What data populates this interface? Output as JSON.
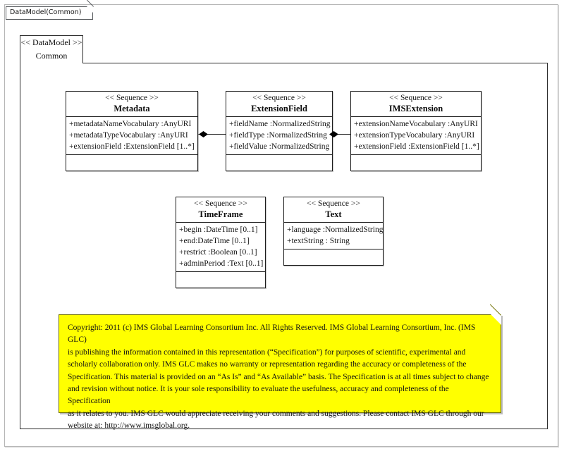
{
  "frame": {
    "tab_label": "DataModel(Common)"
  },
  "package": {
    "stereotype": "<< DataModel >>",
    "name": "Common"
  },
  "classes": [
    {
      "id": "metadata",
      "stereotype": "<< Sequence >>",
      "name": "Metadata",
      "attributes": [
        "+metadataNameVocabulary  :AnyURI",
        "+metadataTypeVocabulary  :AnyURI",
        "+extensionField  :ExtensionField  [1..*]"
      ],
      "operations": []
    },
    {
      "id": "extensionfield",
      "stereotype": "<< Sequence >>",
      "name": "ExtensionField",
      "attributes": [
        "+fieldName  :NormalizedString",
        "+fieldType  :NormalizedString",
        "+fieldValue  :NormalizedString"
      ],
      "operations": []
    },
    {
      "id": "imsextension",
      "stereotype": "<< Sequence >>",
      "name": "IMSExtension",
      "attributes": [
        "+extensionNameVocabulary   :AnyURI",
        "+extensionTypeVocabulary   :AnyURI",
        "+extensionField  :ExtensionField  [1..*]"
      ],
      "operations": []
    },
    {
      "id": "timeframe",
      "stereotype": "<< Sequence >>",
      "name": "TimeFrame",
      "attributes": [
        "+begin :DateTime [0..1]",
        "+end:DateTime [0..1]",
        "+restrict :Boolean [0..1]",
        "+adminPeriod :Text [0..1]"
      ],
      "operations": []
    },
    {
      "id": "text",
      "stereotype": "<< Sequence >>",
      "name": "Text",
      "attributes": [
        "+language :NormalizedString",
        "+textString : String"
      ],
      "operations": []
    }
  ],
  "associations": [
    {
      "name": "metadata-extensionfield",
      "kind": "aggregation",
      "source": "Metadata",
      "target": "ExtensionField"
    },
    {
      "name": "imsextension-extensionfield",
      "kind": "aggregation",
      "source": "IMSExtension",
      "target": "ExtensionField"
    }
  ],
  "note": {
    "background_color": "#ffff00",
    "lines": [
      "Copyright: 2011 (c) IMS Global Learning Consortium Inc.  All Rights Reserved.  IMS Global Learning Consortium, Inc. (IMS GLC)",
      "is publishing the information contained in this representation (“Specification”) for purposes of scientific, experimental and",
      "scholarly collaboration only.  IMS GLC makes no warranty or representation regarding the accuracy or completeness of the",
      "Specification.  This material is provided on an “As Is” and “As Available” basis.  The Specification is at all times subject to change",
      "and revision without notice.  It is your sole responsibility to evaluate the usefulness, accuracy and completeness of the Specification",
      "as it relates to you.  IMS GLC would appreciate receiving your comments and suggestions.  Please contact IMS GLC through our",
      "website at: http://www.imsglobal.org."
    ]
  }
}
